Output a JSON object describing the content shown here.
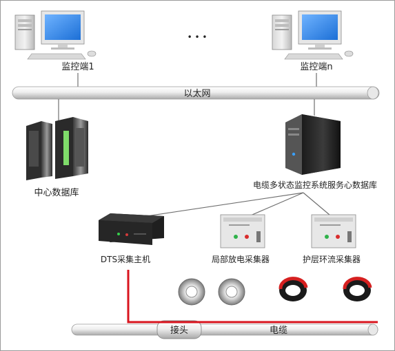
{
  "diagram": {
    "dots": "• • •",
    "monitors": [
      {
        "label": "监控端1"
      },
      {
        "label": "监控端n"
      }
    ],
    "ethernet_label": "以太网",
    "database_label": "中心数据库",
    "server_label": "电缆多状态监控系统服务心数据库",
    "devices": [
      {
        "label": "DTS采集主机"
      },
      {
        "label": "局部放电采集器"
      },
      {
        "label": "护层环流采集器"
      }
    ],
    "joint_label": "接头",
    "cable_label": "电缆"
  },
  "colors": {
    "line_gray": "#6f6f6f",
    "fiber_red": "#d9141e",
    "pipe_light": "#f3f3f3",
    "pipe_dark": "#b8b8b8"
  }
}
